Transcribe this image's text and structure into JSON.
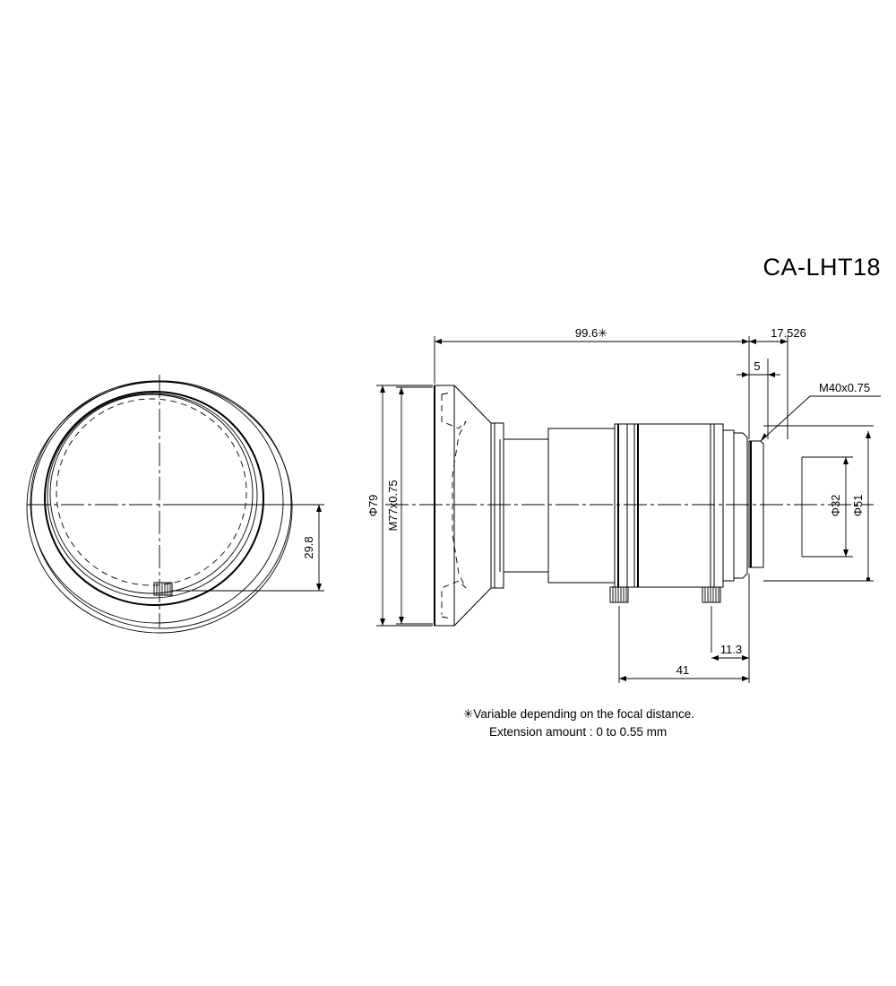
{
  "drawing": {
    "title": "CA-LHT18",
    "type": "mechanical-dimension-drawing",
    "units": "mm",
    "views": [
      {
        "name": "front-view",
        "label": ""
      },
      {
        "name": "side-view",
        "label": ""
      }
    ],
    "notes": [
      "✳Variable depending on the focal distance.",
      "Extension amount : 0 to 0.55 mm"
    ]
  },
  "dimensions": {
    "front": {
      "d_298": "29.8"
    },
    "side": {
      "len_996": "99.6✳",
      "len_17526": "17.526",
      "len_5": "5",
      "len_41": "41",
      "len_113": "11.3",
      "dia_79": "Φ79",
      "thread_m77": "M77x0.75",
      "thread_m40": "M40x0.75",
      "dia_32": "Φ32",
      "dia_51": "Φ51"
    }
  },
  "colors": {
    "line": "#000000",
    "background": "#ffffff"
  }
}
